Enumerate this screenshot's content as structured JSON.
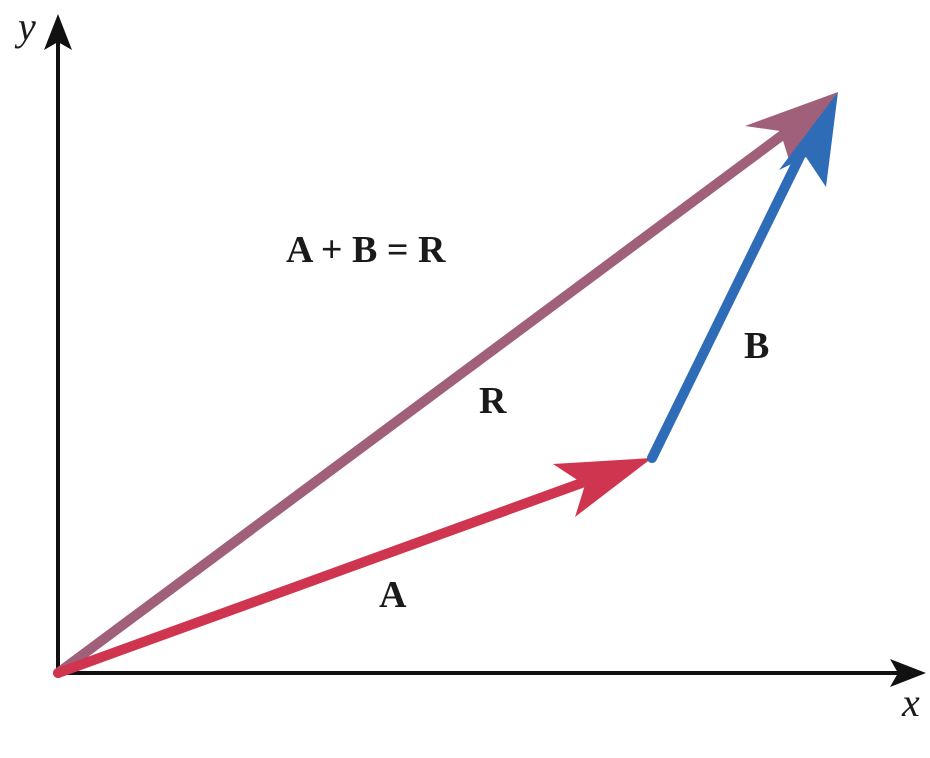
{
  "axes": {
    "x_label": "x",
    "y_label": "y"
  },
  "equation": "A + B = R",
  "vectors": {
    "A": {
      "label": "A",
      "color": "#d0354f"
    },
    "B": {
      "label": "B",
      "color": "#2f6cb8"
    },
    "R": {
      "label": "R",
      "color": "#a0607a"
    }
  },
  "axis_color": "#111111"
}
